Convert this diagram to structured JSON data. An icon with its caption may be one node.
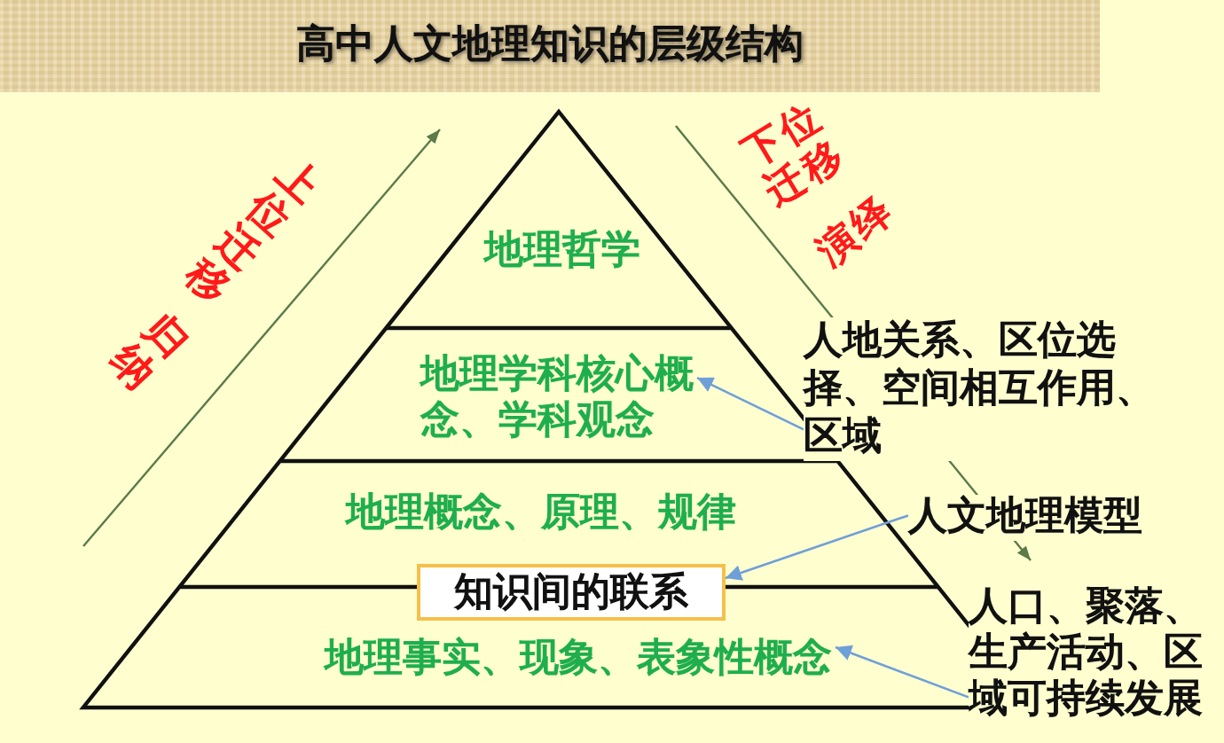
{
  "diagram": {
    "title": "高中人文地理知识的层级结构",
    "nodes": [
      {
        "text": [
          "地理哲学"
        ]
      },
      {
        "text": [
          "地理学科核心概念、学科观念"
        ]
      },
      {
        "text": [
          "地理概念、原理、规律"
        ]
      },
      {
        "text": [
          "知识间的联系"
        ]
      },
      {
        "text": [
          "地理事实、现象、表象性概念"
        ]
      },
      {
        "text": [
          "人地关系、区位选择、空间相互作用、区域"
        ]
      },
      {
        "text": [
          "人文地理模型"
        ]
      },
      {
        "text": [
          "人口、聚落、生产活动、区域可持续发展"
        ]
      }
    ],
    "edges": [
      {
        "from": 5,
        "to": 1,
        "arrow": "to"
      },
      {
        "from": 6,
        "to": 3,
        "arrow": "to"
      },
      {
        "from": 7,
        "to": 4,
        "arrow": "to"
      }
    ],
    "labels": [
      "上位迁移",
      "归纳",
      "下位迁移",
      "演绎"
    ]
  }
}
